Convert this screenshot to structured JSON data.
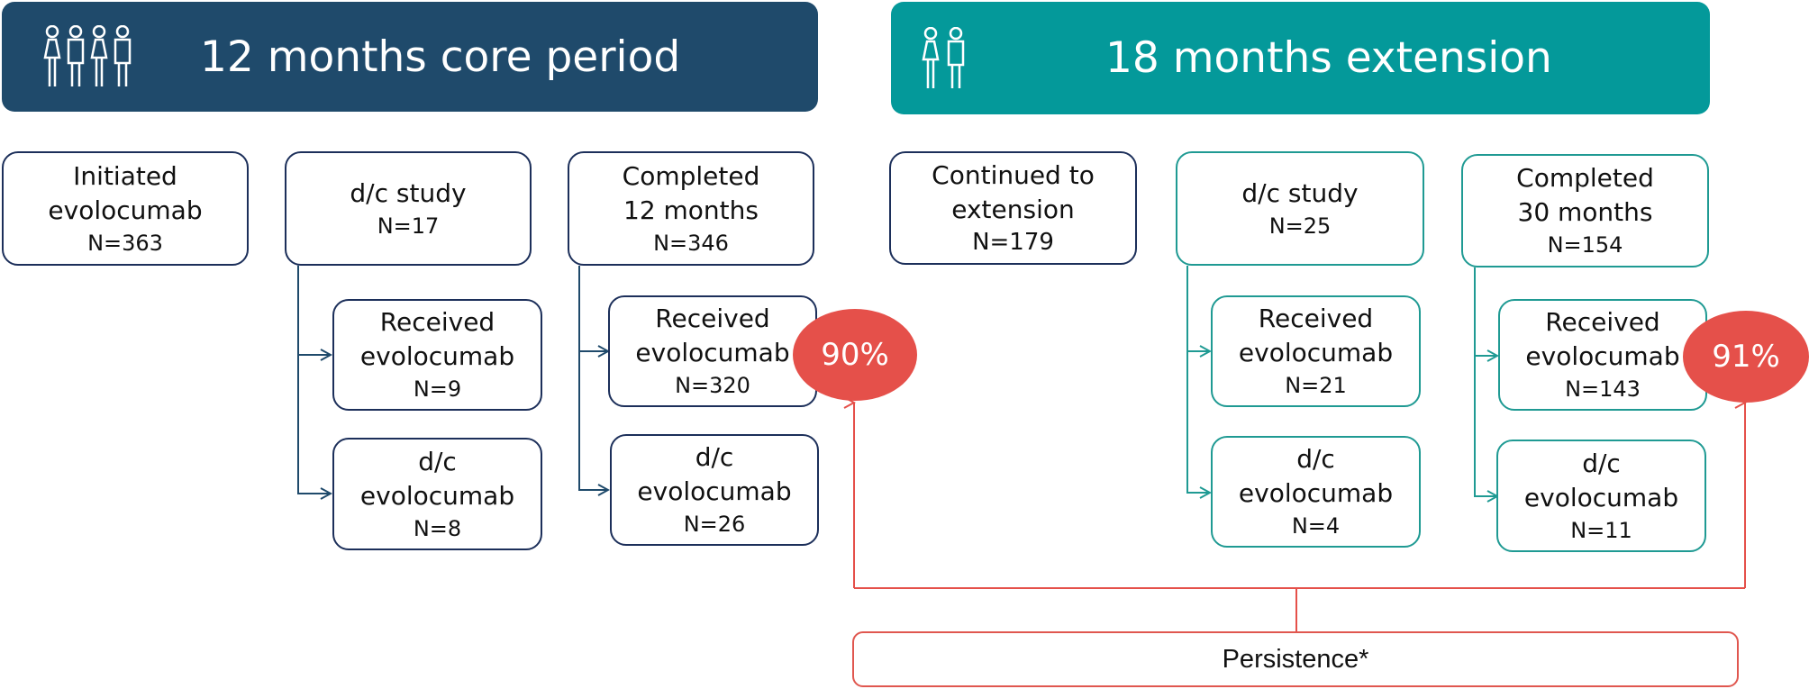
{
  "core": {
    "title": "12 months core period",
    "initiated": {
      "line1": "Initiated",
      "line2": "evolocumab",
      "n": "N=363"
    },
    "dc_study": {
      "line1": "d/c study",
      "n": "N=17"
    },
    "dc_received": {
      "line1": "Received",
      "line2": "evolocumab",
      "n": "N=9"
    },
    "dc_dc": {
      "line1": "d/c",
      "line2": "evolocumab",
      "n": "N=8"
    },
    "completed": {
      "line1": "Completed",
      "line2": "12 months",
      "n": "N=346"
    },
    "comp_received": {
      "line1": "Received",
      "line2": "evolocumab",
      "n": "N=320"
    },
    "comp_dc": {
      "line1": "d/c",
      "line2": "evolocumab",
      "n": "N=26"
    },
    "persistence_pct": "90%"
  },
  "extension": {
    "title": "18 months extension",
    "continued": {
      "line1": "Continued to",
      "line2": "extension",
      "n": "N=179"
    },
    "dc_study": {
      "line1": "d/c study",
      "n": "N=25"
    },
    "dc_received": {
      "line1": "Received",
      "line2": "evolocumab",
      "n": "N=21"
    },
    "dc_dc": {
      "line1": "d/c",
      "line2": "evolocumab",
      "n": "N=4"
    },
    "completed": {
      "line1": "Completed",
      "line2": "30 months",
      "n": "N=154"
    },
    "comp_received": {
      "line1": "Received",
      "line2": "evolocumab",
      "n": "N=143"
    },
    "comp_dc": {
      "line1": "d/c",
      "line2": "evolocumab",
      "n": "N=11"
    },
    "persistence_pct": "91%"
  },
  "persistence_label": "Persistence*",
  "colors": {
    "navy": "#1f4a6b",
    "teal": "#04999a",
    "red": "#e5504a"
  }
}
